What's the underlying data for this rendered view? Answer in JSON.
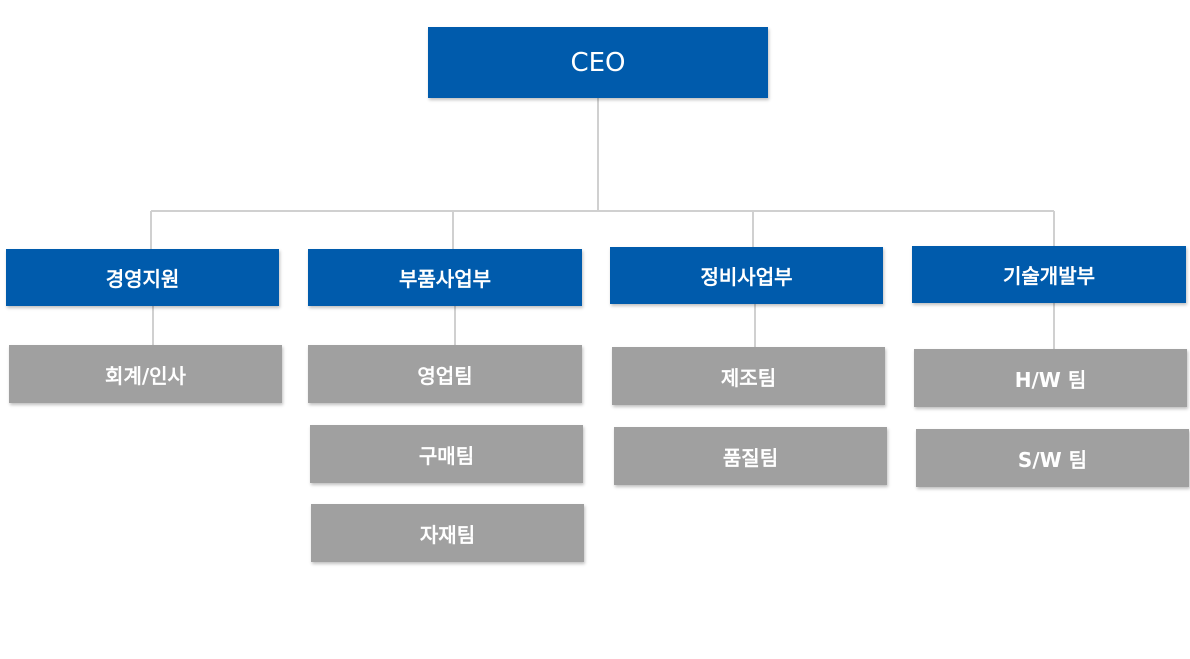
{
  "colors": {
    "primary": "#005bac",
    "secondary": "#a0a0a0",
    "connector": "#d0d0d0"
  },
  "ceo": {
    "label": "CEO"
  },
  "departments": [
    {
      "label": "경영지원",
      "teams": [
        "회계/인사"
      ]
    },
    {
      "label": "부품사업부",
      "teams": [
        "영업팀",
        "구매팀",
        "자재팀"
      ]
    },
    {
      "label": "정비사업부",
      "teams": [
        "제조팀",
        "품질팀"
      ]
    },
    {
      "label": "기술개발부",
      "teams": [
        "H/W 팀",
        "S/W 팀"
      ]
    }
  ]
}
